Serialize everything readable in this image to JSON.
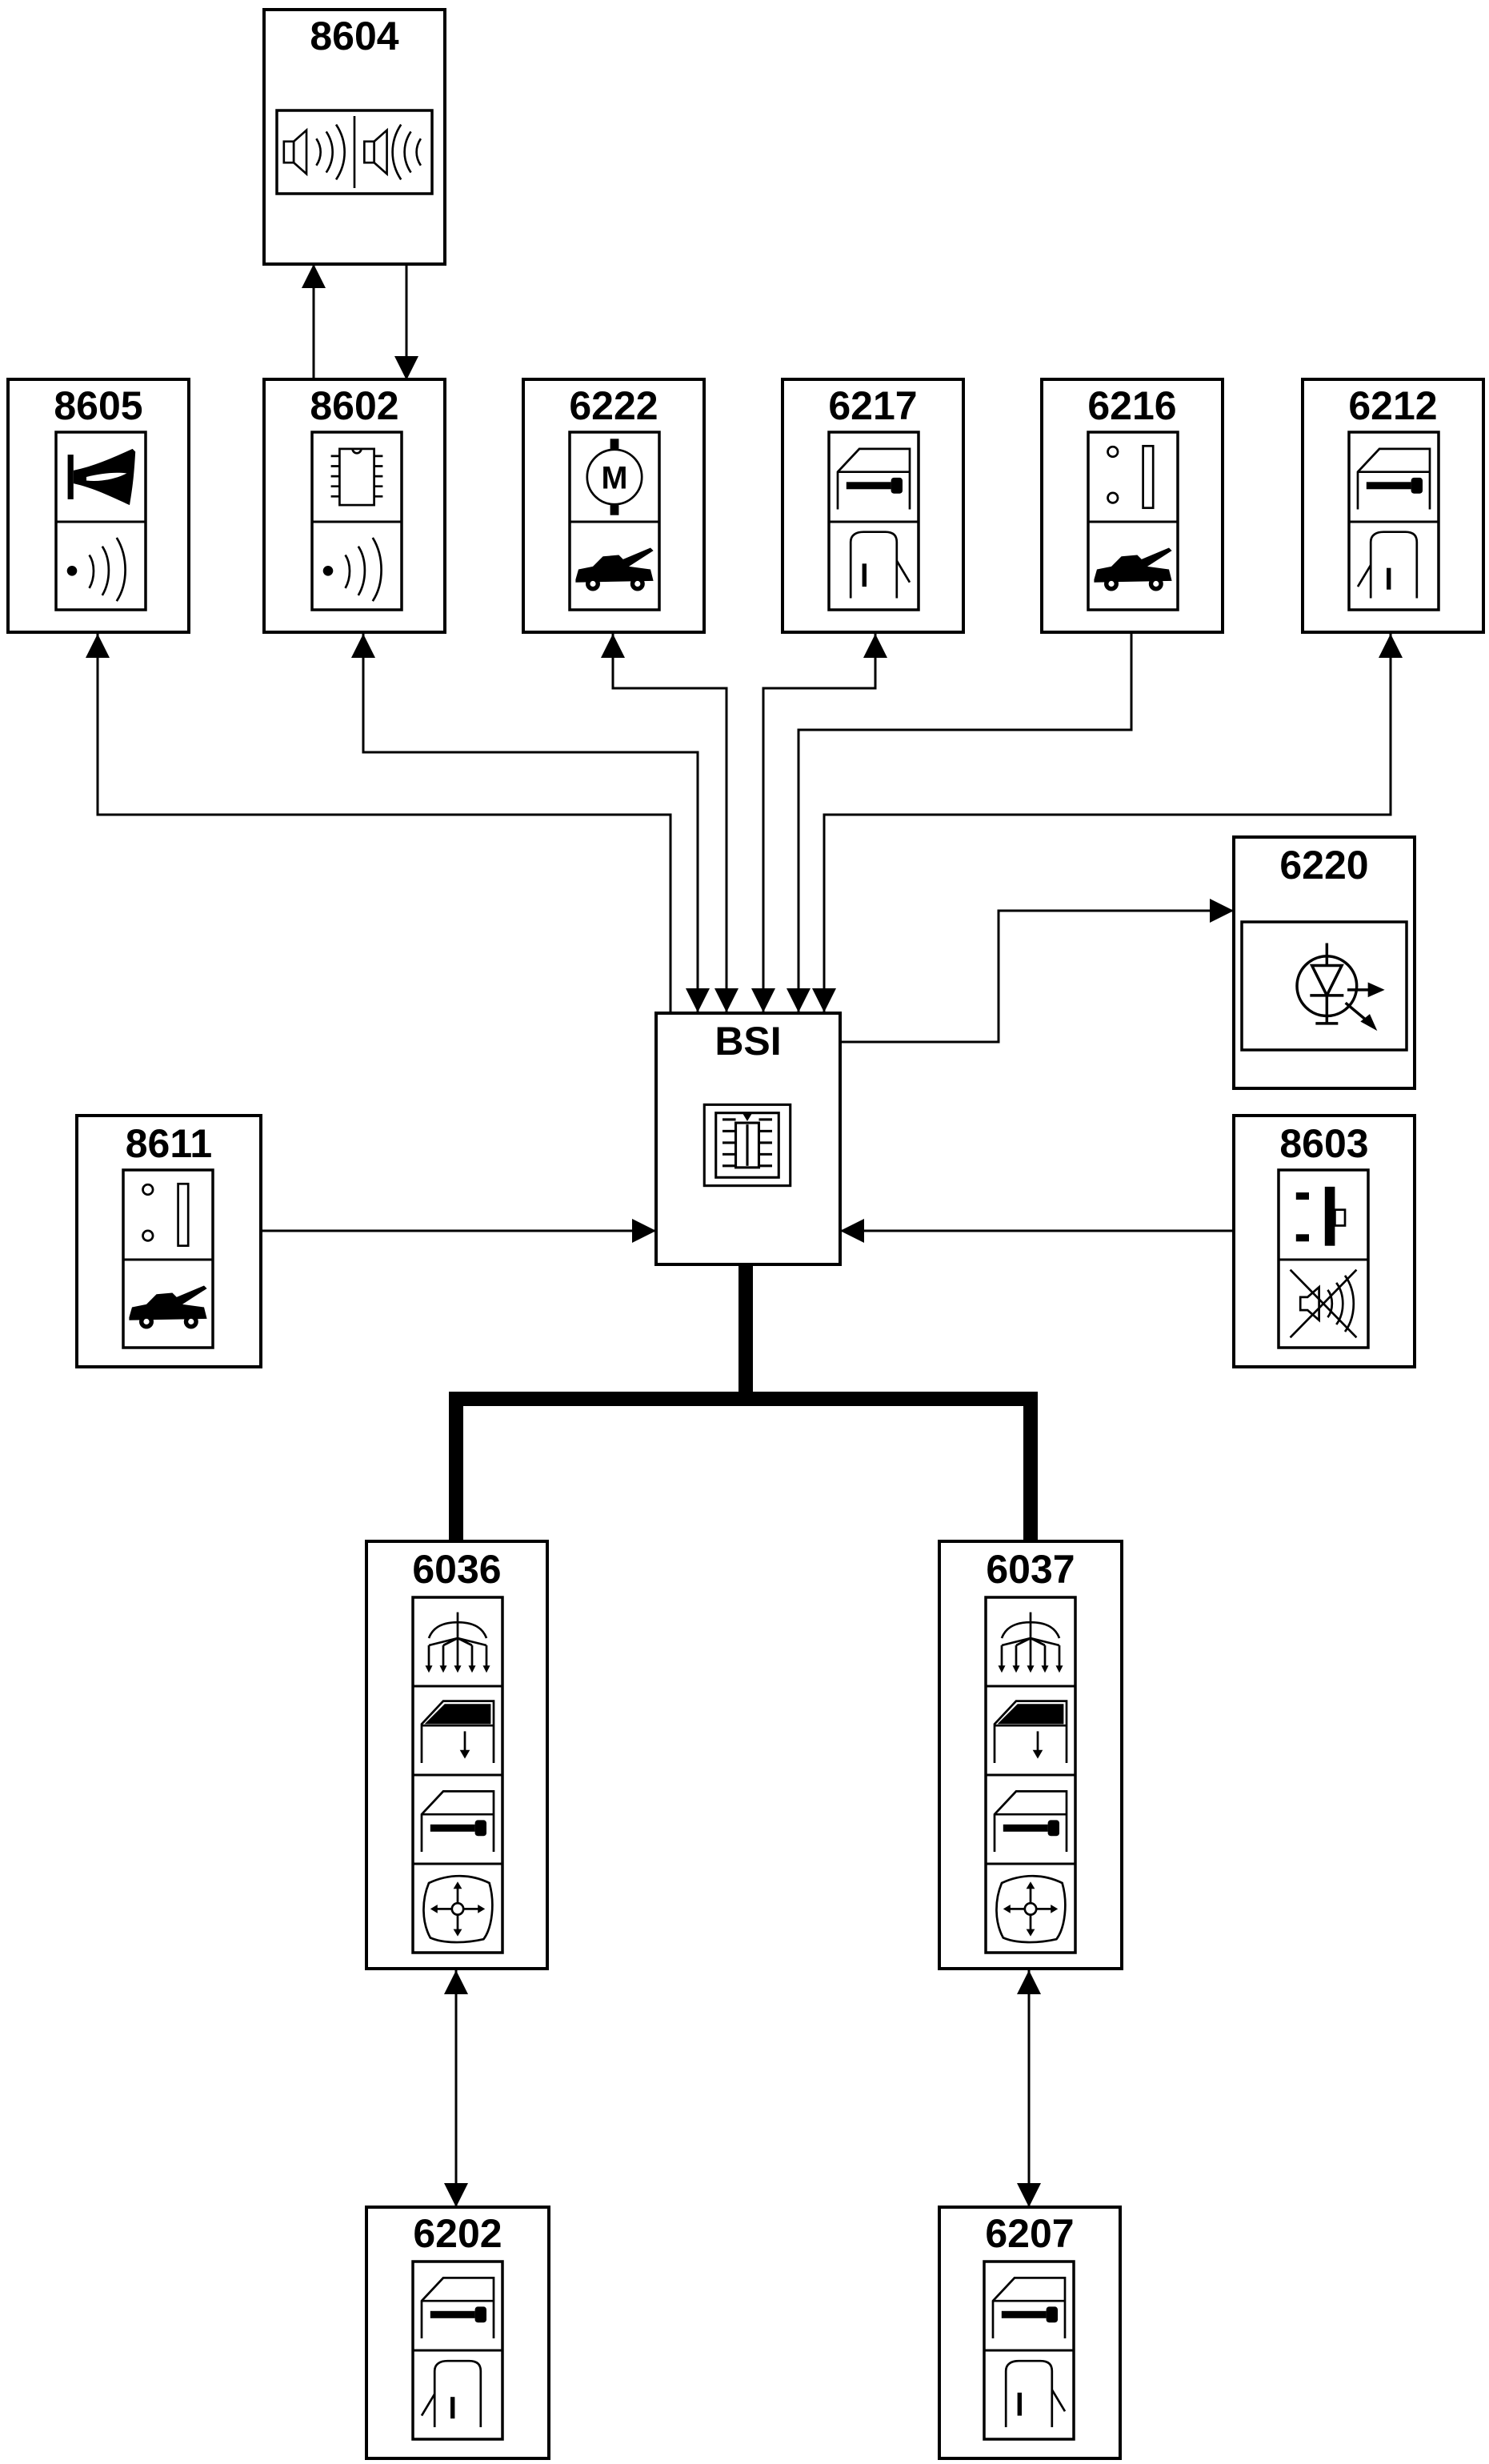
{
  "modules": {
    "m8604": {
      "label": "8604",
      "icons": [
        "buzzer-speakers-icon"
      ]
    },
    "m8605": {
      "label": "8605",
      "icons": [
        "horn-icon",
        "ultrasonic-sensor-icon"
      ]
    },
    "m8602": {
      "label": "8602",
      "icons": [
        "chip-icon",
        "ultrasonic-sensor-icon"
      ]
    },
    "m6222": {
      "label": "6222",
      "icons": [
        "motor-icon",
        "car-hood-icon"
      ]
    },
    "m6217": {
      "label": "6217",
      "icons": [
        "door-lock-icon",
        "door-handle-icon"
      ]
    },
    "m6216": {
      "label": "6216",
      "icons": [
        "contact-switch-icon",
        "car-hood-icon"
      ]
    },
    "m6212": {
      "label": "6212",
      "icons": [
        "door-lock-icon",
        "door-handle-icon"
      ]
    },
    "m6220": {
      "label": "6220",
      "icons": [
        "led-indicator-icon"
      ]
    },
    "bsi": {
      "label": "BSI",
      "icons": [
        "fuse-box-icon"
      ]
    },
    "m8611": {
      "label": "8611",
      "icons": [
        "contact-switch-icon",
        "car-hood-icon"
      ]
    },
    "m8603": {
      "label": "8603",
      "icons": [
        "push-switch-icon",
        "alarm-mute-icon"
      ]
    },
    "m6036": {
      "label": "6036",
      "icons": [
        "central-locking-icon",
        "window-lift-icon",
        "door-lock-icon",
        "mirror-adjust-icon"
      ]
    },
    "m6037": {
      "label": "6037",
      "icons": [
        "central-locking-icon",
        "window-lift-icon",
        "door-lock-icon",
        "mirror-adjust-icon"
      ]
    },
    "m6202": {
      "label": "6202",
      "icons": [
        "door-lock-icon",
        "door-handle-icon"
      ]
    },
    "m6207": {
      "label": "6207",
      "icons": [
        "door-lock-icon",
        "door-handle-icon"
      ]
    }
  },
  "motor_symbol": "M"
}
